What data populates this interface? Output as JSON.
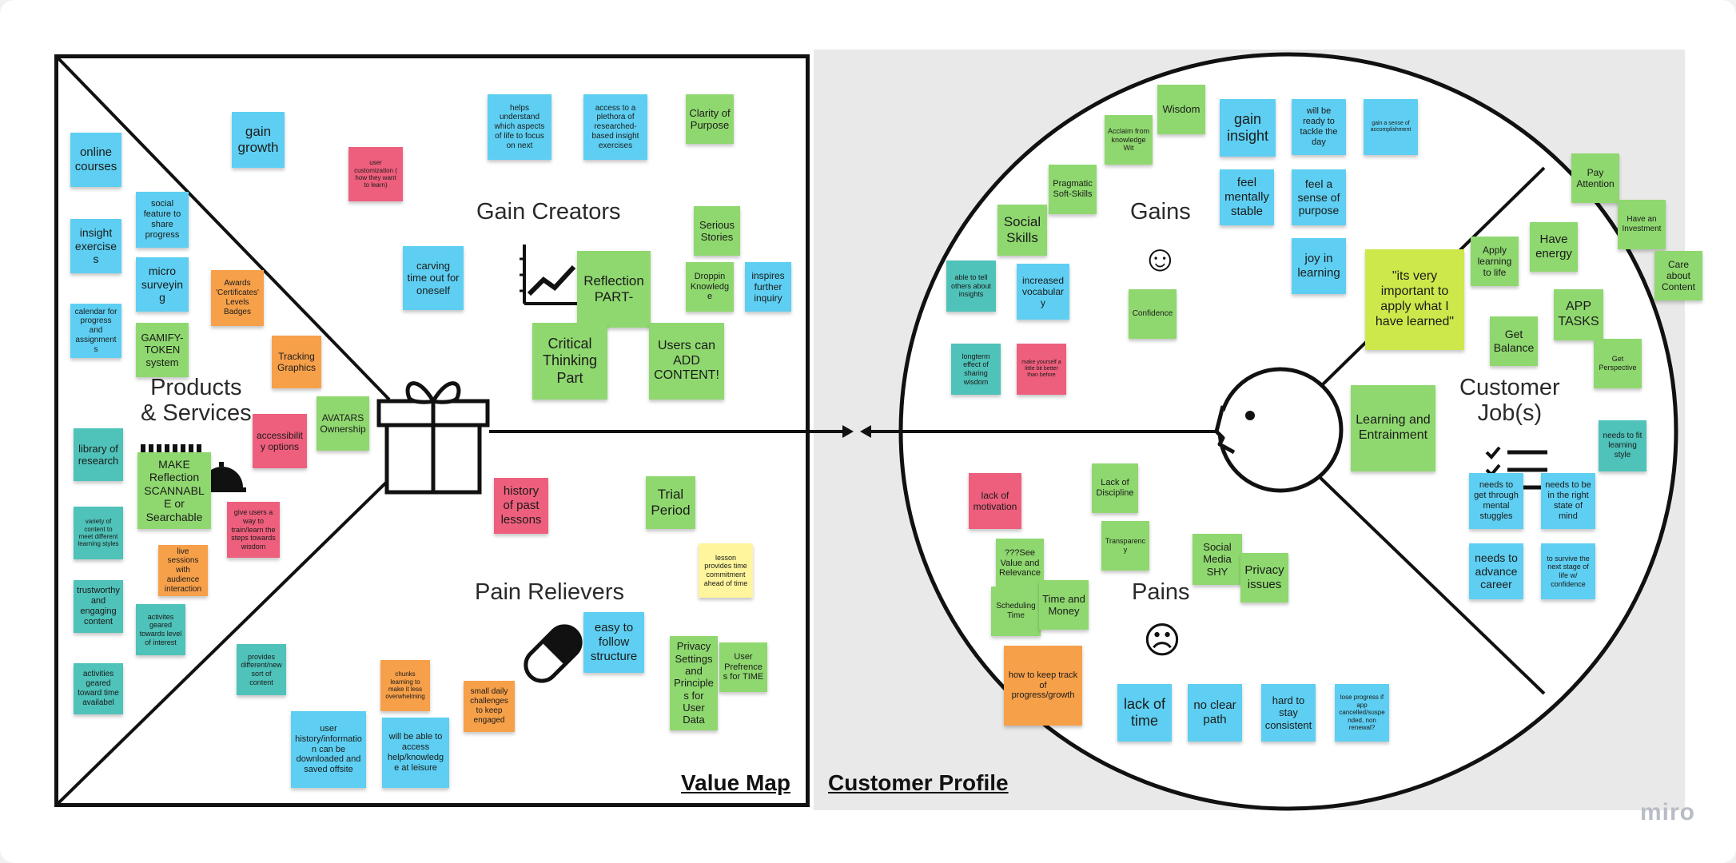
{
  "titles": {
    "value_map": "Value Map",
    "customer_profile": "Customer Profile",
    "products_services": "Products\n& Services",
    "gain_creators": "Gain Creators",
    "pain_relievers": "Pain Relievers",
    "gains": "Gains",
    "pains": "Pains",
    "customer_jobs": "Customer\nJob(s)",
    "gains_face": "☺",
    "pains_face": "☹"
  },
  "brand": "miro",
  "colors": {
    "blue": "#5ecff2",
    "green": "#8fd86f",
    "pink": "#ee5f7d",
    "orange": "#f7a04a",
    "teal": "#4fc2b9",
    "yellow": "#fff59c",
    "lime": "#cde84a"
  },
  "icons": [
    "gift-icon",
    "chart-icon",
    "pill-icon",
    "service-bell-icon",
    "checklist-icon",
    "customer-face-icon",
    "smile-icon",
    "frown-icon"
  ],
  "notes": {
    "products_services": [
      {
        "text": "online courses",
        "color": "blue"
      },
      {
        "text": "gain growth",
        "color": "blue"
      },
      {
        "text": "user customization ( how they want to learn)",
        "color": "pink"
      },
      {
        "text": "social feature to share progress",
        "color": "blue"
      },
      {
        "text": "insight exercises",
        "color": "blue"
      },
      {
        "text": "micro surveying",
        "color": "blue"
      },
      {
        "text": "Awards 'Certificates' Levels Badges",
        "color": "orange"
      },
      {
        "text": "calendar for progress and assignments",
        "color": "blue"
      },
      {
        "text": "GAMIFY-TOKEN system",
        "color": "green"
      },
      {
        "text": "Tracking Graphics",
        "color": "orange"
      },
      {
        "text": "accessibility options",
        "color": "pink"
      },
      {
        "text": "AVATARS Ownership",
        "color": "green"
      },
      {
        "text": "library of research",
        "color": "teal"
      },
      {
        "text": "MAKE Reflection SCANNABLE or Searchable",
        "color": "green"
      },
      {
        "text": "give users a way to train/learn the steps towards wisdom",
        "color": "pink"
      },
      {
        "text": "variety of content to meet different learning styles",
        "color": "teal"
      },
      {
        "text": "live sessions with audience interaction",
        "color": "orange"
      },
      {
        "text": "trustworthy and engaging content",
        "color": "teal"
      },
      {
        "text": "activites geared towards level of interest",
        "color": "teal"
      },
      {
        "text": "activities geared toward time availabel",
        "color": "teal"
      },
      {
        "text": "provides different/new sort of content",
        "color": "teal"
      },
      {
        "text": "user history/information can be downloaded and saved offsite",
        "color": "blue"
      },
      {
        "text": "will be able to access help/knowledge at leisure",
        "color": "blue"
      },
      {
        "text": "chunks learning to make it less overwhelming",
        "color": "orange"
      },
      {
        "text": "small daily challenges to keep engaged",
        "color": "orange"
      }
    ],
    "gain_creators": [
      {
        "text": "helps understand which aspects of life to focus on next",
        "color": "blue"
      },
      {
        "text": "access to a plethora of researched-based insight exercises",
        "color": "blue"
      },
      {
        "text": "Clarity of Purpose",
        "color": "green"
      },
      {
        "text": "Serious Stories",
        "color": "green"
      },
      {
        "text": "carving time out for oneself",
        "color": "blue"
      },
      {
        "text": "Reflection PART-",
        "color": "green"
      },
      {
        "text": "Droppin Knowledge",
        "color": "green"
      },
      {
        "text": "inspires further inquiry",
        "color": "blue"
      },
      {
        "text": "Critical Thinking Part",
        "color": "green"
      },
      {
        "text": "Users can ADD CONTENT!",
        "color": "green"
      }
    ],
    "pain_relievers": [
      {
        "text": "history of past lessons",
        "color": "pink"
      },
      {
        "text": "Trial Period",
        "color": "green"
      },
      {
        "text": "lesson provides time commitment ahead of time",
        "color": "yellow"
      },
      {
        "text": "easy to follow structure",
        "color": "blue"
      },
      {
        "text": "Privacy Settings and Principles for User Data",
        "color": "green"
      },
      {
        "text": "User Prefrences for TIME",
        "color": "green"
      }
    ],
    "gains": [
      {
        "text": "Acclaim from knowledge Wit",
        "color": "green"
      },
      {
        "text": "Wisdom",
        "color": "green"
      },
      {
        "text": "gain insight",
        "color": "blue"
      },
      {
        "text": "will be ready to tackle the day",
        "color": "blue"
      },
      {
        "text": "gain a sense of accomplishment",
        "color": "blue"
      },
      {
        "text": "Pragmatic Soft-Skills",
        "color": "green"
      },
      {
        "text": "Social Skills",
        "color": "green"
      },
      {
        "text": "feel mentally stable",
        "color": "blue"
      },
      {
        "text": "feel a sense of purpose",
        "color": "blue"
      },
      {
        "text": "able to tell others about insights",
        "color": "teal"
      },
      {
        "text": "increased vocabulary",
        "color": "blue"
      },
      {
        "text": "joy in learning",
        "color": "blue"
      },
      {
        "text": "Confidence",
        "color": "green"
      },
      {
        "text": "longterm effect of sharing wisdom",
        "color": "teal"
      },
      {
        "text": "make yourself a little bit better than before",
        "color": "pink"
      }
    ],
    "pains": [
      {
        "text": "lack of motivation",
        "color": "pink"
      },
      {
        "text": "Lack of Discipline",
        "color": "green"
      },
      {
        "text": "Transparency",
        "color": "green"
      },
      {
        "text": "???See Value and Relevance",
        "color": "green"
      },
      {
        "text": "Social Media SHY",
        "color": "green"
      },
      {
        "text": "Privacy issues",
        "color": "green"
      },
      {
        "text": "Scheduling Time",
        "color": "green"
      },
      {
        "text": "Time and Money",
        "color": "green"
      },
      {
        "text": "how to keep track of progress/growth",
        "color": "orange"
      },
      {
        "text": "lack of time",
        "color": "blue"
      },
      {
        "text": "no clear path",
        "color": "blue"
      },
      {
        "text": "hard to stay consistent",
        "color": "blue"
      },
      {
        "text": "lose progress if app cancelled/suspended, non renewal?",
        "color": "blue"
      }
    ],
    "customer_jobs": [
      {
        "text": "Pay Attention",
        "color": "green"
      },
      {
        "text": "Have an Investment",
        "color": "green"
      },
      {
        "text": "Care about Content",
        "color": "green"
      },
      {
        "text": "\"its very important to apply what I have learned\"",
        "color": "lime"
      },
      {
        "text": "Apply learning to life",
        "color": "green"
      },
      {
        "text": "Have energy",
        "color": "green"
      },
      {
        "text": "APP TASKS",
        "color": "green"
      },
      {
        "text": "Get Balance",
        "color": "green"
      },
      {
        "text": "Get Perspective",
        "color": "green"
      },
      {
        "text": "Learning and Entrainment",
        "color": "green"
      },
      {
        "text": "needs to fit learning style",
        "color": "teal"
      },
      {
        "text": "needs to get through mental stuggles",
        "color": "blue"
      },
      {
        "text": "needs to be in the right state of mind",
        "color": "blue"
      },
      {
        "text": "needs to advance career",
        "color": "blue"
      },
      {
        "text": "to survive the next stage of life w/ confidence",
        "color": "blue"
      }
    ]
  }
}
